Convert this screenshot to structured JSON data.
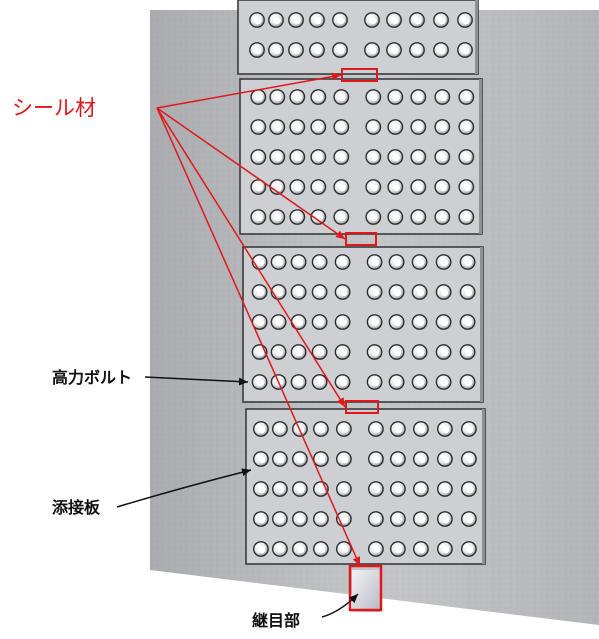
{
  "labels": {
    "sealant": "シール材",
    "bolt": "高力ボルト",
    "splice_plate": "添接板",
    "joint": "継目部"
  },
  "colors": {
    "sealant_red": "#e0181c",
    "steel_wall": "#b9bbbf",
    "plate": "#cdcfd3",
    "leader_black": "#111111"
  },
  "plates": [
    {
      "rows": 2,
      "cols": 10
    },
    {
      "rows": 5,
      "cols": 10
    },
    {
      "rows": 5,
      "cols": 10
    },
    {
      "rows": 5,
      "cols": 10
    }
  ]
}
